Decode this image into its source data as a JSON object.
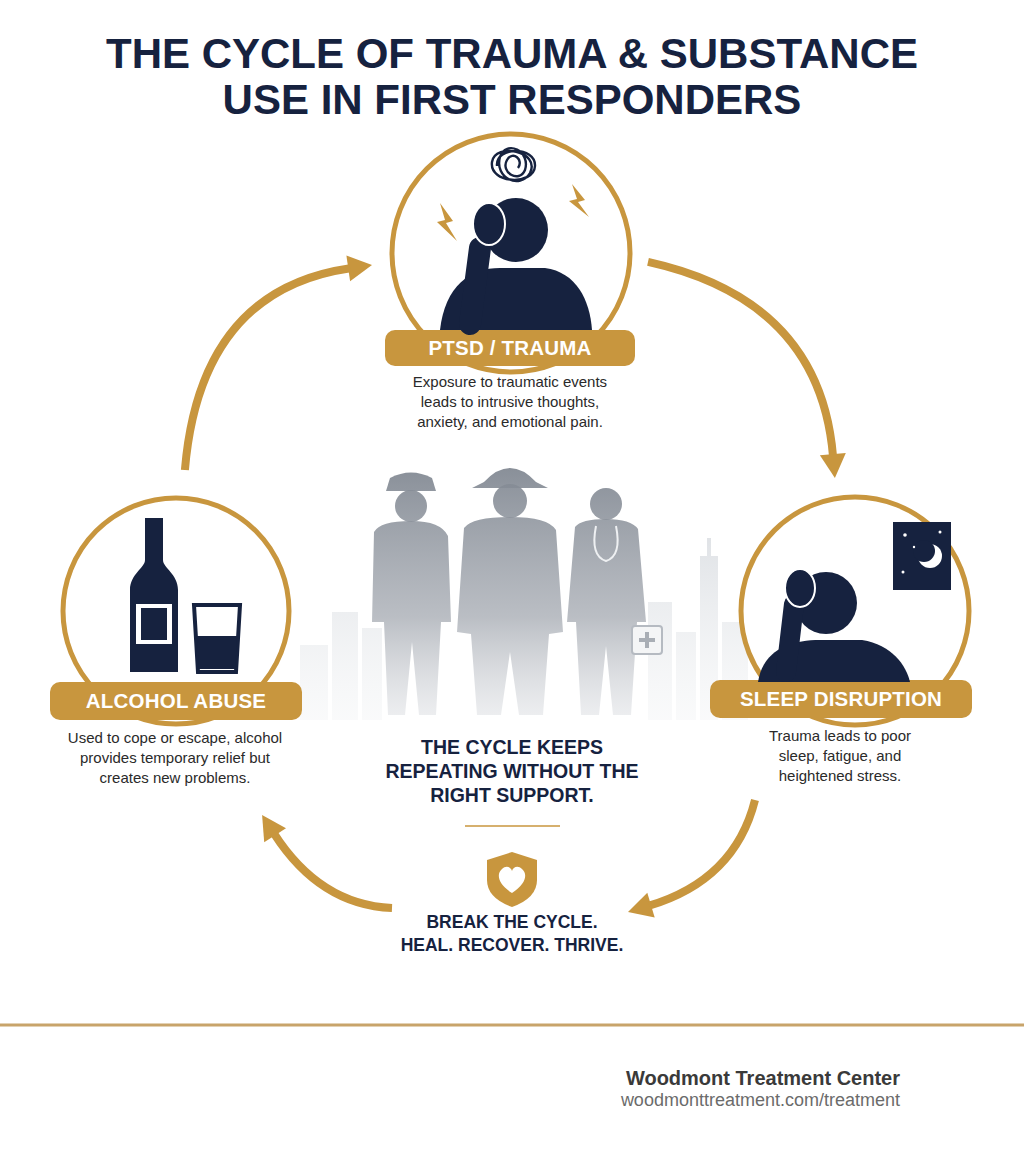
{
  "diagram": {
    "title": "THE CYCLE OF TRAUMA & SUBSTANCE USE IN FIRST RESPONDERS",
    "nodes": [
      {
        "text": [
          "PTSD / TRAUMA",
          "Exposure to traumatic events leads to intrusive thoughts, anxiety, and emotional pain."
        ]
      },
      {
        "text": [
          "ALCOHOL ABUSE",
          "Used to cope or escape, alcohol provides temporary relief but creates new problems."
        ]
      },
      {
        "text": [
          "SLEEP DISRUPTION",
          "Trauma leads to poor sleep, fatigue, and heightened stress."
        ]
      }
    ],
    "edges": [
      {
        "from": 0,
        "to": 2,
        "arrow": "to"
      },
      {
        "from": 2,
        "to": 1,
        "arrow": "to"
      },
      {
        "from": 1,
        "to": 0,
        "arrow": "to"
      }
    ],
    "labels": [
      "THE CYCLE KEEPS REPEATING WITHOUT THE RIGHT SUPPORT.",
      "BREAK THE CYCLE. HEAL. RECOVER. THRIVE.",
      "Woodmont Treatment Center",
      "woodmonttreatment.com/treatment"
    ]
  }
}
